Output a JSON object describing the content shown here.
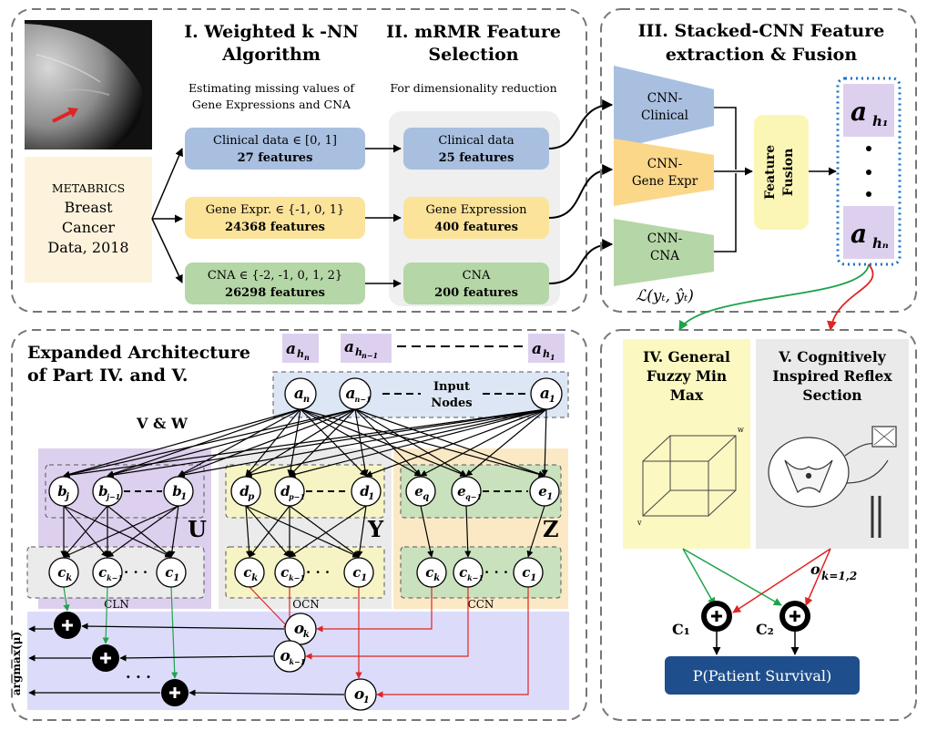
{
  "panel1": {
    "title1": [
      "I. Weighted k -NN",
      "Algorithm"
    ],
    "title2": [
      "II. mRMR Feature",
      "Selection"
    ],
    "desc1": [
      "Estimating missing values of",
      "Gene Expressions and CNA"
    ],
    "desc2": "For dimensionality reduction",
    "dataset": [
      "METABRICS",
      "Breast",
      "Cancer",
      "Data, 2018"
    ],
    "input_boxes": [
      {
        "line1": "Clinical data ∈ [0, 1]",
        "line2": "27 features",
        "color": "#a8bfe0"
      },
      {
        "line1": "Gene Expr. ∈ {-1, 0, 1}",
        "line2": "24368 features",
        "color": "#fbe39a"
      },
      {
        "line1": "CNA ∈ {-2, -1, 0, 1, 2}",
        "line2": "26298 features",
        "color": "#b5d6a6"
      }
    ],
    "selected_boxes": [
      {
        "line1": "Clinical data",
        "line2": "25 features",
        "color": "#a8bfe0"
      },
      {
        "line1": "Gene Expression",
        "line2": "400 features",
        "color": "#fbe39a"
      },
      {
        "line1": "CNA",
        "line2": "200 features",
        "color": "#b5d6a6"
      }
    ]
  },
  "panel3": {
    "title": [
      "III. Stacked-CNN Feature",
      "extraction & Fusion"
    ],
    "cnns": [
      {
        "line1": "CNN-",
        "line2": "Clinical",
        "color": "#a8bfe0"
      },
      {
        "line1": "CNN-",
        "line2": "Gene Expr",
        "color": "#fbd78a"
      },
      {
        "line1": "CNN-",
        "line2": "CNA",
        "color": "#b5d6a6"
      }
    ],
    "fusion": [
      "Feature",
      "Fusion"
    ],
    "loss": "ℒ(yₜ, ŷₜ)",
    "features": [
      "a",
      "h₁",
      "hₙ"
    ]
  },
  "panel4": {
    "title": [
      "Expanded Architecture",
      "of Part IV. and V."
    ],
    "input_label": [
      "Input",
      "Nodes"
    ],
    "vw_label": "V & W",
    "inputs_top": [
      {
        "base": "a",
        "sub": "h",
        "subsub": "n"
      },
      {
        "base": "a",
        "sub": "h",
        "subsub": "n−1"
      },
      {
        "base": "a",
        "sub": "h",
        "subsub": "1"
      }
    ],
    "input_nodes": [
      {
        "base": "a",
        "sub": "n"
      },
      {
        "base": "a",
        "sub": "n−1"
      },
      {
        "base": "a",
        "sub": "1"
      }
    ],
    "groups": [
      {
        "label": "U",
        "net": "CLN",
        "hidden": [
          "b",
          "j",
          "j−1",
          "1"
        ],
        "out": [
          "c",
          "k",
          "k−1",
          "1"
        ],
        "color": "#ddd0ee"
      },
      {
        "label": "Y",
        "net": "OCN",
        "hidden": [
          "d",
          "p",
          "p−1",
          "1"
        ],
        "out": [
          "c",
          "k",
          "k−1",
          "1"
        ],
        "color": "#ebebeb"
      },
      {
        "label": "Z",
        "net": "CCN",
        "hidden": [
          "e",
          "q",
          "q−1",
          "1"
        ],
        "out": [
          "c",
          "k",
          "k−1",
          "1"
        ],
        "color": "#fbe9c6"
      }
    ],
    "o_nodes": [
      {
        "base": "o",
        "sub": "k"
      },
      {
        "base": "o",
        "sub": "k−1"
      },
      {
        "base": "o",
        "sub": "1"
      }
    ],
    "dots": "· · ·",
    "argmax": "argmax(μ)"
  },
  "panel5": {
    "fmm_title": [
      "IV. General",
      "Fuzzy Min",
      "Max"
    ],
    "reflex_title": [
      "V. Cognitively",
      "Inspired Reflex",
      "Section"
    ],
    "cube_w": "w",
    "cube_v": "v",
    "c1": "C₁",
    "c2": "C₂",
    "ok": "o",
    "ok_sub": "k=1,2",
    "output": "P(Patient Survival)"
  },
  "colors": {
    "green_arrow": "#1fa34a",
    "red_arrow": "#e02424",
    "dash": "#777777",
    "output_box": "#1f4e8c"
  }
}
